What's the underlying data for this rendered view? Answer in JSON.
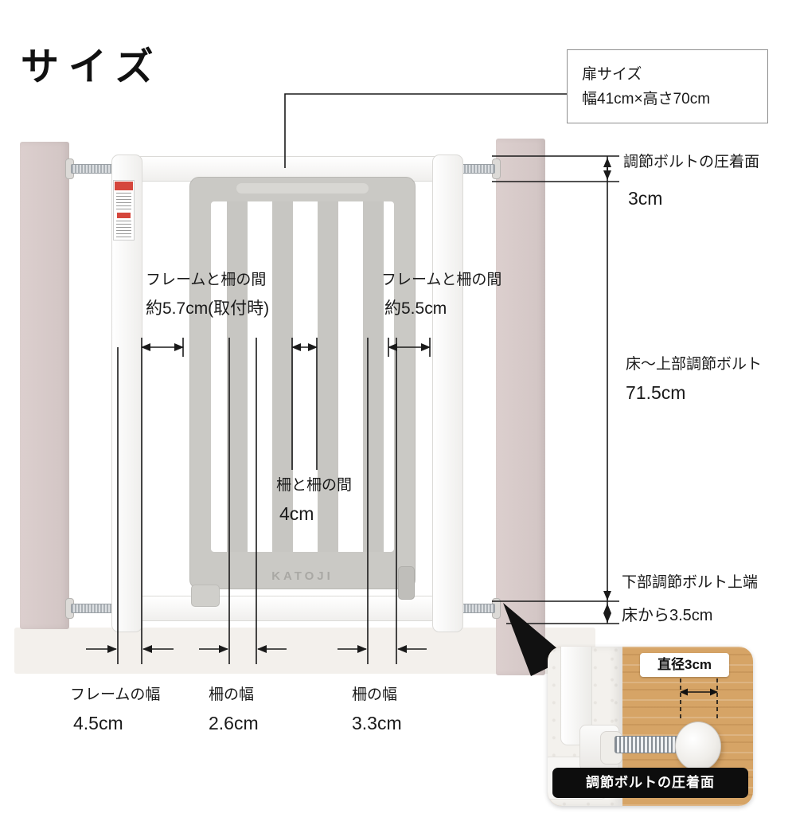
{
  "page": {
    "title": "サイズ"
  },
  "callout": {
    "line1": "扉サイズ",
    "line2": "幅41cm×高さ70cm"
  },
  "gate": {
    "brand": "KATOJI"
  },
  "dims": {
    "bolt_surface": {
      "label": "調節ボルトの圧着面",
      "value": "3cm"
    },
    "frame_gap_left": {
      "label": "フレームと柵の間",
      "value": "約5.7cm(取付時)"
    },
    "frame_gap_right": {
      "label": "フレームと柵の間",
      "value": "約5.5cm"
    },
    "floor_to_top_bolt": {
      "label": "床〜上部調節ボルト",
      "value": "71.5cm"
    },
    "slat_gap": {
      "label": "柵と柵の間",
      "value": "4cm"
    },
    "lower_bolt": {
      "label": "下部調節ボルト上端",
      "value": "床から3.5cm"
    },
    "frame_width": {
      "label": "フレームの幅",
      "value": "4.5cm"
    },
    "slat_width_small": {
      "label": "柵の幅",
      "value": "2.6cm"
    },
    "slat_width_large": {
      "label": "柵の幅",
      "value": "3.3cm"
    }
  },
  "inset": {
    "diameter": "直径3cm",
    "caption": "調節ボルトの圧着面"
  },
  "colors": {
    "wall_post": "#d6c9c8",
    "gate_panel": "#cac9c5",
    "frame_white": "#ffffff",
    "dimension_line": "#1a1a1a",
    "wood": "#d6a466",
    "caption_bg": "#0d0d0d"
  }
}
